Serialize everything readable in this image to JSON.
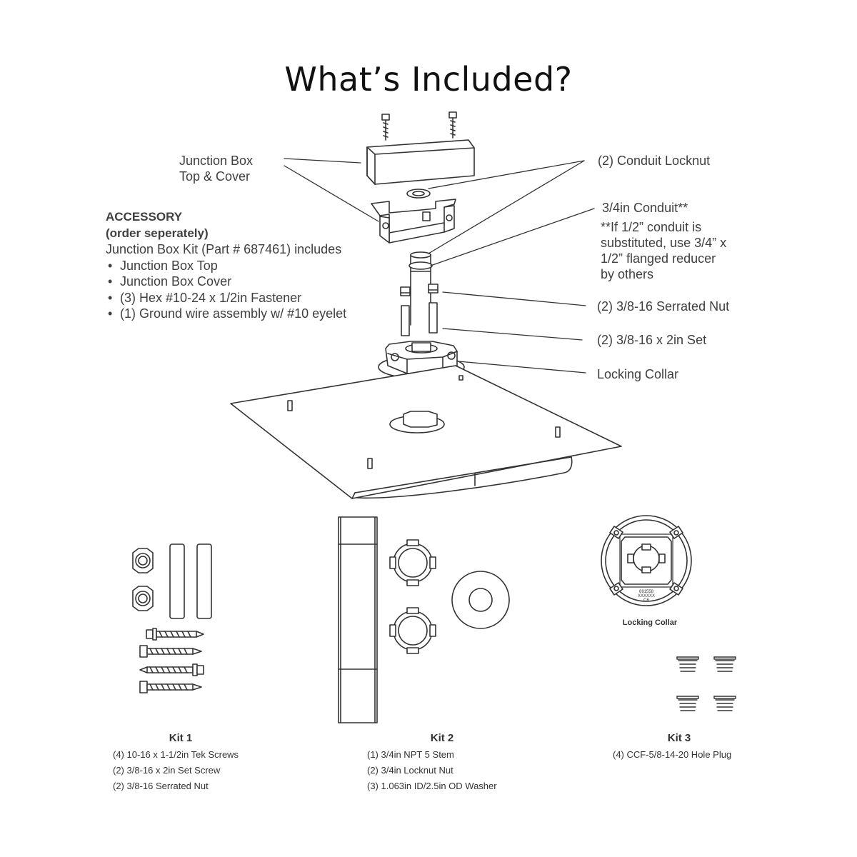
{
  "title": "What’s Included?",
  "callouts": {
    "junction_box": [
      "Junction Box",
      "Top & Cover"
    ],
    "conduit_locknut": "(2) Conduit Locknut",
    "conduit": "3/4in Conduit**",
    "conduit_note": [
      "**If 1/2” conduit is",
      "substituted, use 3/4” x",
      "1/2” flanged reducer",
      "by others"
    ],
    "serrated_nut": "(2) 3/8-16 Serrated Nut",
    "set_screw": "(2) 3/8-16 x 2in Set",
    "locking_collar": "Locking Collar"
  },
  "accessory": {
    "heading": [
      "ACCESSORY",
      "(order seperately)"
    ],
    "intro": "Junction Box Kit (Part # 687461) includes",
    "items": [
      "Junction Box Top",
      "Junction Box Cover",
      "(3) Hex #10-24 x 1/2in Fastener",
      "(1) Ground wire assembly w/ #10 eyelet"
    ]
  },
  "collar_detail": {
    "label": "Locking Collar",
    "markings": [
      "691558",
      "XXXXXX",
      "C6"
    ]
  },
  "kits": [
    {
      "title": "Kit 1",
      "items": [
        "(4) 10-16 x 1-1/2in Tek Screws",
        "(2) 3/8-16 x 2in Set Screw",
        "(2) 3/8-16 Serrated Nut"
      ]
    },
    {
      "title": "Kit 2",
      "items": [
        "(1) 3/4in NPT 5 Stem",
        "(2) 3/4in Locknut Nut",
        "(3) 1.063in ID/2.5in OD Washer"
      ]
    },
    {
      "title": "Kit 3",
      "items": [
        "(4) CCF-5/8-14-20 Hole Plug"
      ]
    }
  ]
}
